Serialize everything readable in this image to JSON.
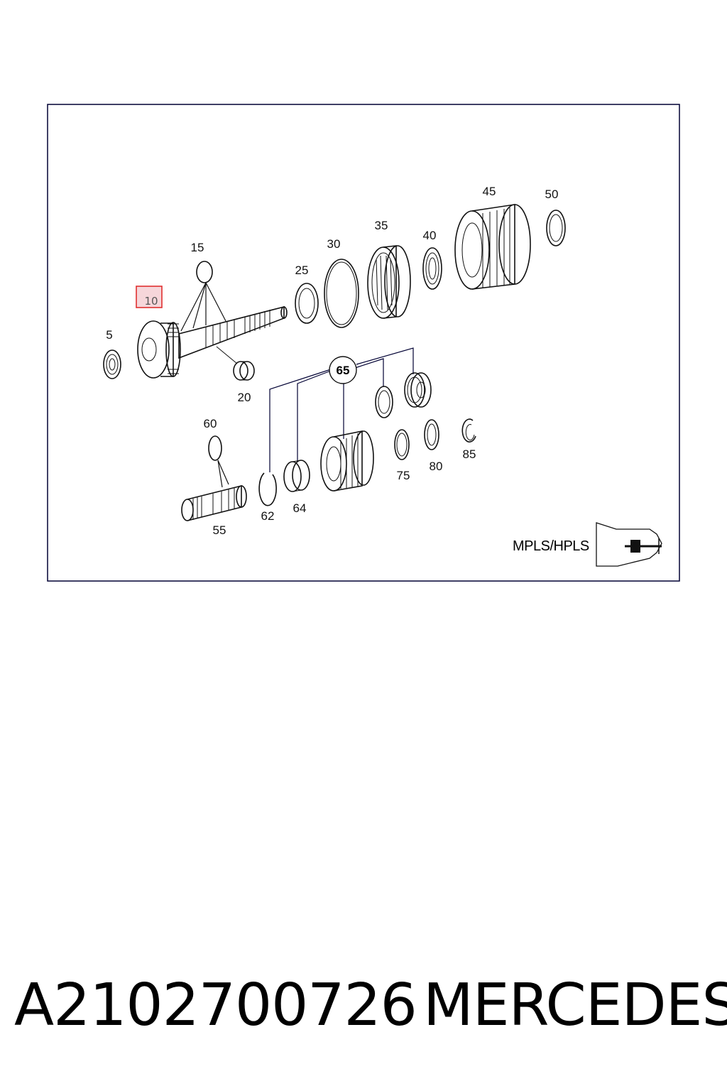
{
  "diagram": {
    "part_labels": {
      "p5": "5",
      "p10": "10",
      "p15": "15",
      "p20": "20",
      "p25": "25",
      "p30": "30",
      "p35": "35",
      "p40": "40",
      "p45": "45",
      "p50": "50",
      "p55": "55",
      "p60": "60",
      "p62": "62",
      "p64": "64",
      "p65": "65",
      "p75": "75",
      "p80": "80",
      "p85": "85"
    },
    "highlighted_part": "10",
    "variant_label": "MPLS/HPLS",
    "colors": {
      "highlight": "#e03030",
      "highlight_fill": "#f6d6da",
      "frame": "#000033"
    }
  },
  "footer": {
    "part_number": "A2102700726",
    "brand": "MERCEDES"
  }
}
